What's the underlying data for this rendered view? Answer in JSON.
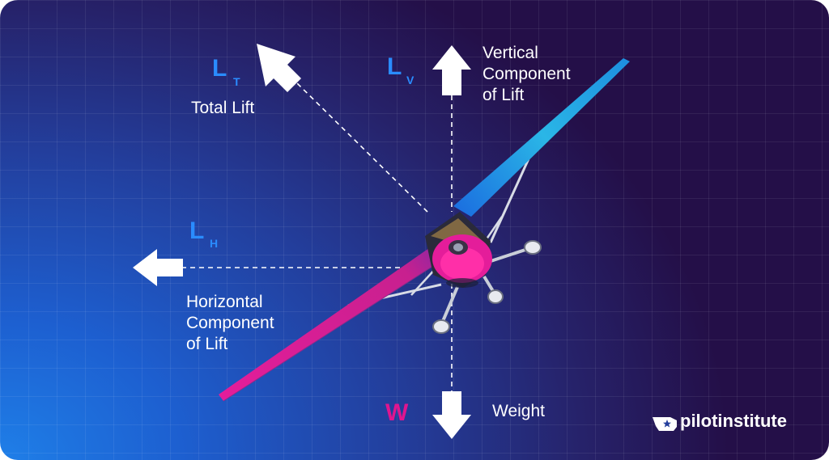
{
  "labels": {
    "total_lift": "Total Lift",
    "vertical_component": "Vertical\nComponent\nof Lift",
    "horizontal_component": "Horizontal\nComponent\nof Lift",
    "weight": "Weight"
  },
  "symbols": {
    "lt_main": "L",
    "lt_sub": "T",
    "lv_main": "L",
    "lv_sub": "V",
    "lh_main": "L",
    "lh_sub": "H",
    "w": "W"
  },
  "brand": {
    "name": "pilotinstitute",
    "icon": "wing-star-icon"
  },
  "colors": {
    "symbol_blue": "#2a8cff",
    "weight_pink": "#e0158f",
    "arrow_white": "#ffffff",
    "wing_magenta": "#e41d9a",
    "wing_cyan": "#2ab6e6"
  }
}
